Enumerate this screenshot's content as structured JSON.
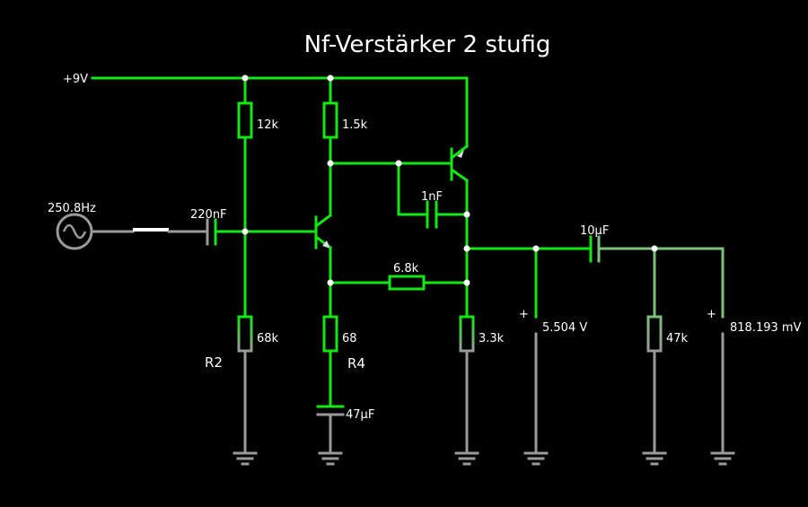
{
  "title": "Nf-Verstärker 2 stufig",
  "colors": {
    "background": "#000000",
    "wire_active": "#12e812",
    "wire_ground": "#9a9a9a",
    "wire_output": "#7bc07b",
    "text": "#ffffff"
  },
  "supply": {
    "label": "+9V"
  },
  "source": {
    "label": "250.8Hz",
    "icon": "ac-source-icon"
  },
  "components": {
    "c_in": "220nF",
    "r1": "12k",
    "r2": "68k",
    "r2_name": "R2",
    "r3": "1.5k",
    "r4": "68",
    "r4_name": "R4",
    "c_e": "47µF",
    "c_fb": "1nF",
    "r_fb": "6.8k",
    "r_e2": "3.3k",
    "c_out": "10µF",
    "r_load": "47k"
  },
  "meters": {
    "dc_voltage": {
      "plus": "+",
      "value": "5.504 V"
    },
    "ac_voltage": {
      "plus": "+",
      "value": "818.193 mV"
    }
  }
}
